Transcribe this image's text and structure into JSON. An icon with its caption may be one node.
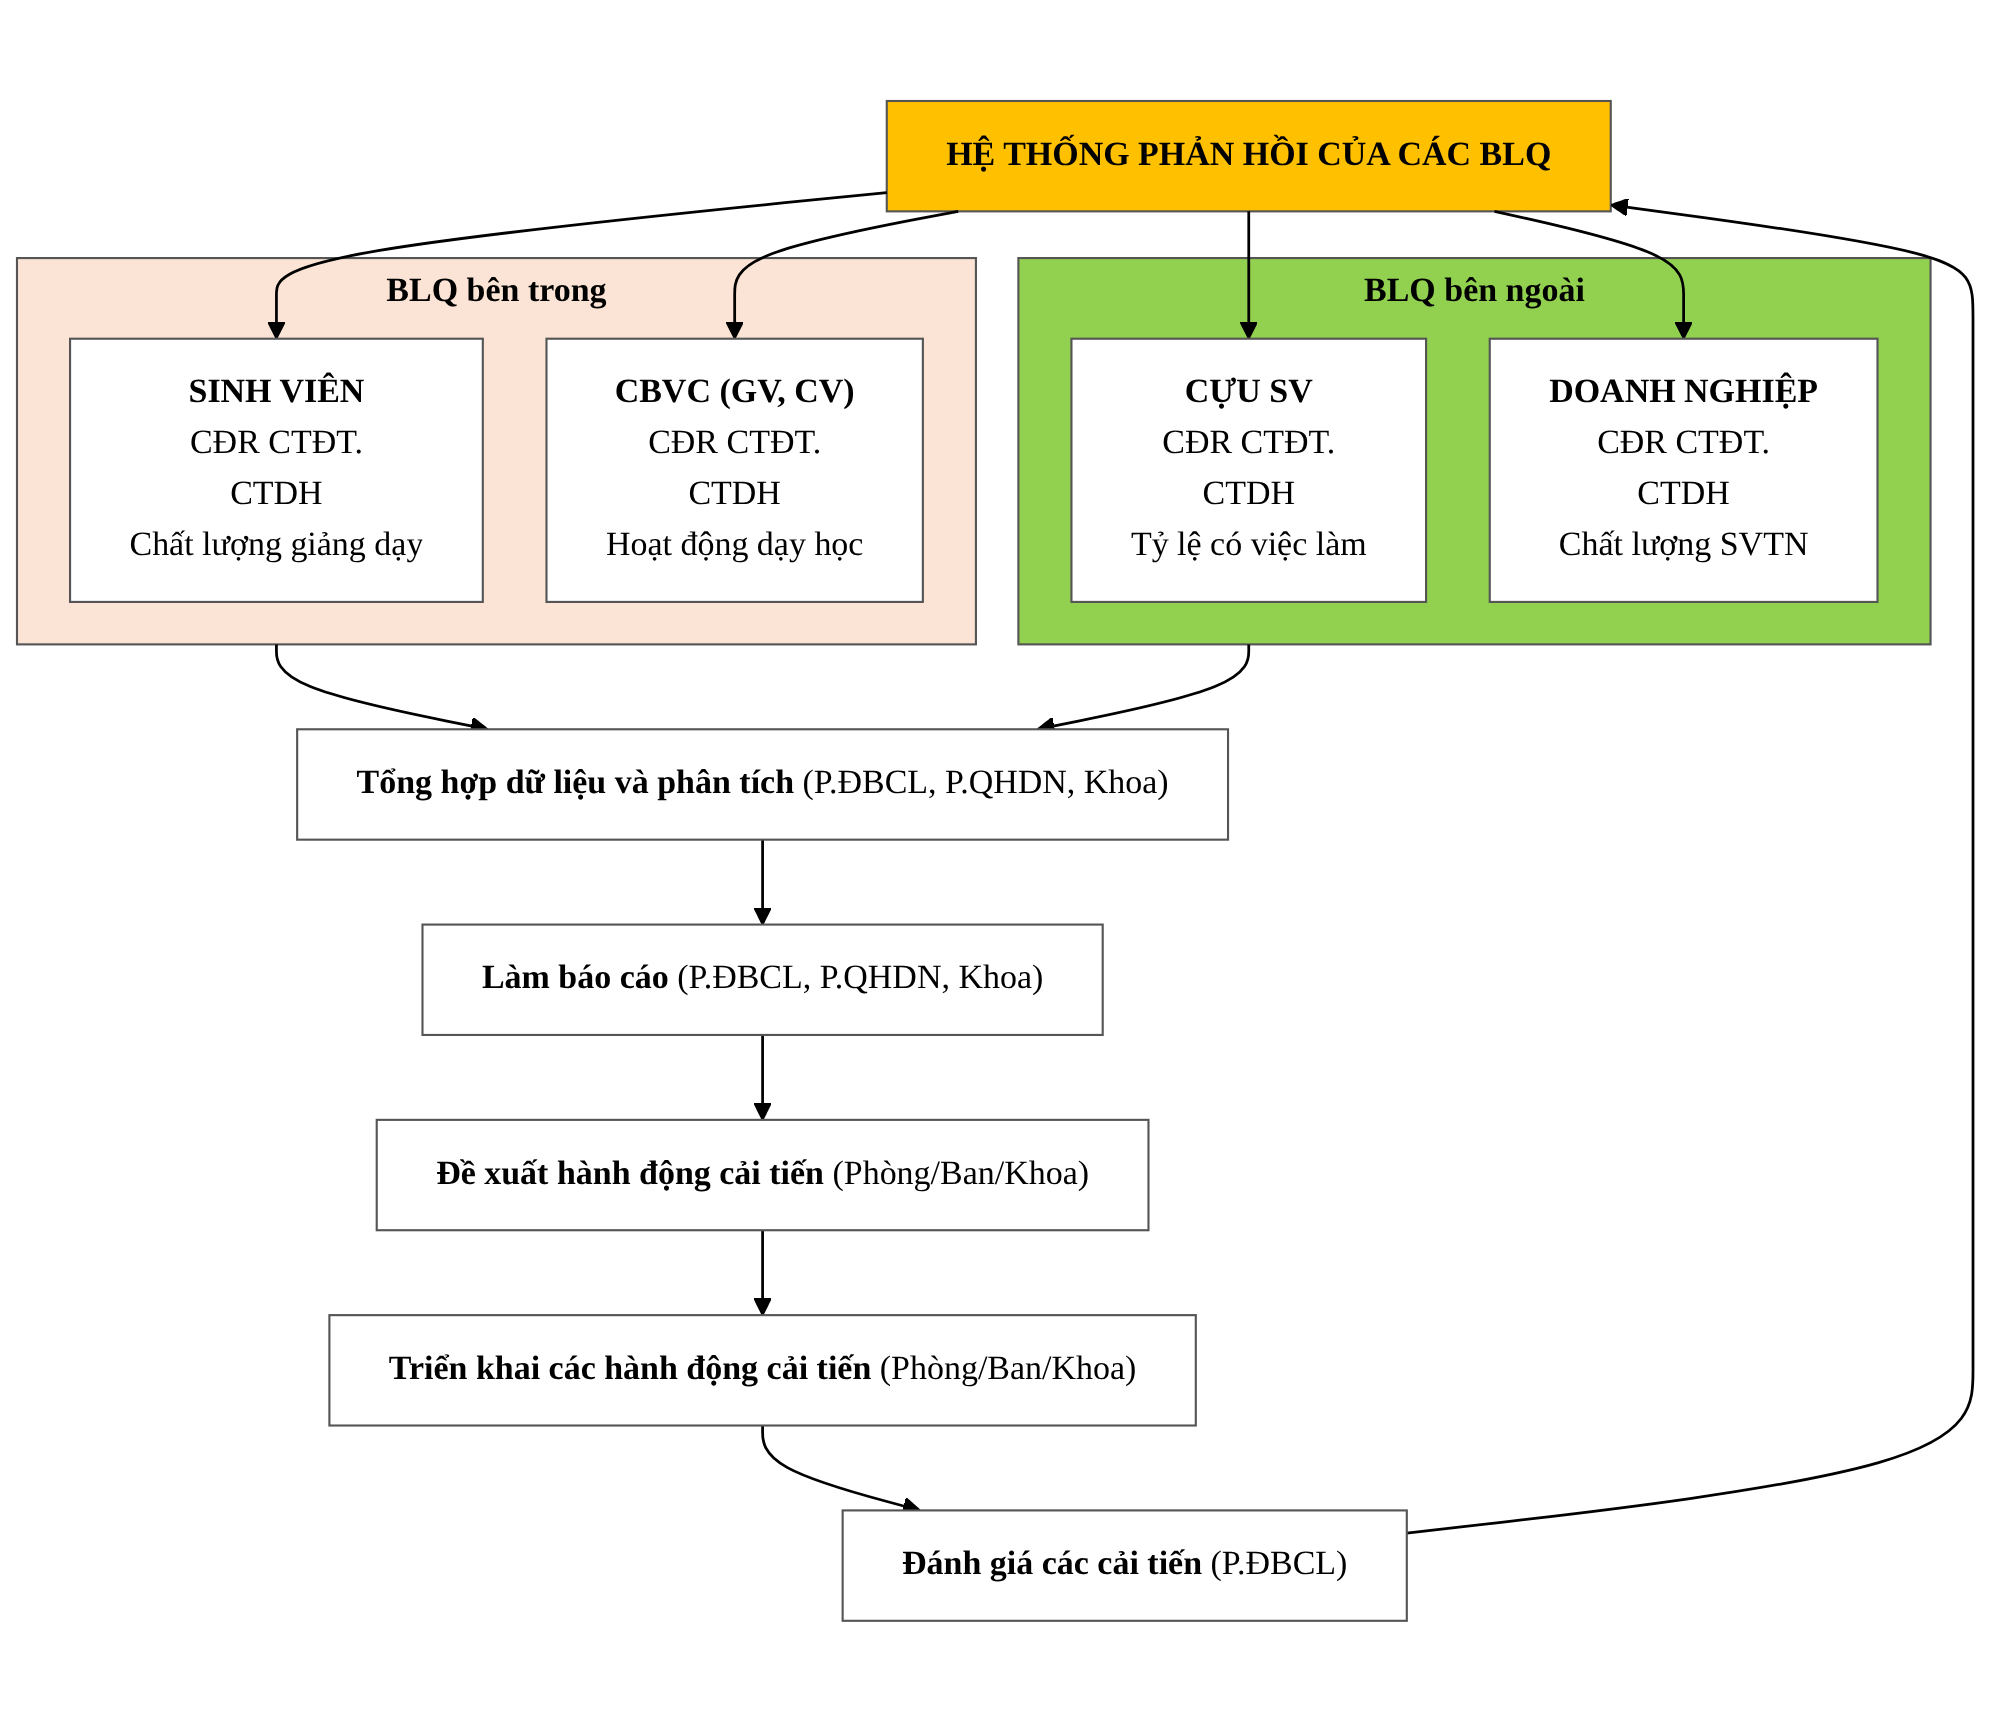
{
  "diagram": {
    "nodes": [
      {
        "text": [
          "HỆ THỐNG PHẢN HỒI CỦA CÁC BLQ"
        ]
      },
      {
        "text": [
          "BLQ bên trong"
        ]
      },
      {
        "text": [
          "SINH VIÊN",
          "CĐR CTĐT.",
          "CTDH",
          "Chất lượng giảng dạy"
        ],
        "in": 1
      },
      {
        "text": [
          "CBVC (GV, CV)",
          "CĐR CTĐT.",
          "CTDH",
          "Hoạt động dạy học"
        ],
        "in": 1
      },
      {
        "text": [
          "BLQ bên ngoài"
        ]
      },
      {
        "text": [
          "CỰU SV",
          "CĐR CTĐT.",
          "CTDH",
          "Tỷ lệ có việc làm"
        ],
        "in": 4
      },
      {
        "text": [
          "DOANH NGHIỆP",
          "CĐR CTĐT.",
          "CTDH",
          "Chất lượng SVTN"
        ],
        "in": 4
      },
      {
        "text": [
          "**Tổng hợp dữ liệu và phân tích** (P.ĐBCL, P.QHDN, Khoa)"
        ]
      },
      {
        "text": [
          "**Làm báo cáo** (P.ĐBCL, P.QHDN, Khoa)"
        ]
      },
      {
        "text": [
          "**Đề xuất hành động cải tiến** (Phòng/Ban/Khoa)"
        ]
      },
      {
        "text": [
          "**Triển khai các hành động cải tiến** (Phòng/Ban/Khoa)"
        ]
      },
      {
        "text": [
          "**Đánh giá các cải tiến** (P.ĐBCL)"
        ]
      }
    ],
    "edges": [
      {
        "from": 0,
        "to": 2,
        "arrow": "to"
      },
      {
        "from": 0,
        "to": 3,
        "arrow": "to"
      },
      {
        "from": 0,
        "to": 5,
        "arrow": "to"
      },
      {
        "from": 0,
        "to": 6,
        "arrow": "to"
      },
      {
        "from": 1,
        "to": 7,
        "arrow": "to"
      },
      {
        "from": 4,
        "to": 7,
        "arrow": "to"
      },
      {
        "from": 7,
        "to": 8,
        "arrow": "to"
      },
      {
        "from": 8,
        "to": 9,
        "arrow": "to"
      },
      {
        "from": 9,
        "to": 10,
        "arrow": "to"
      },
      {
        "from": 10,
        "to": 11,
        "arrow": "to"
      },
      {
        "from": 11,
        "to": 0,
        "arrow": "to"
      }
    ]
  }
}
